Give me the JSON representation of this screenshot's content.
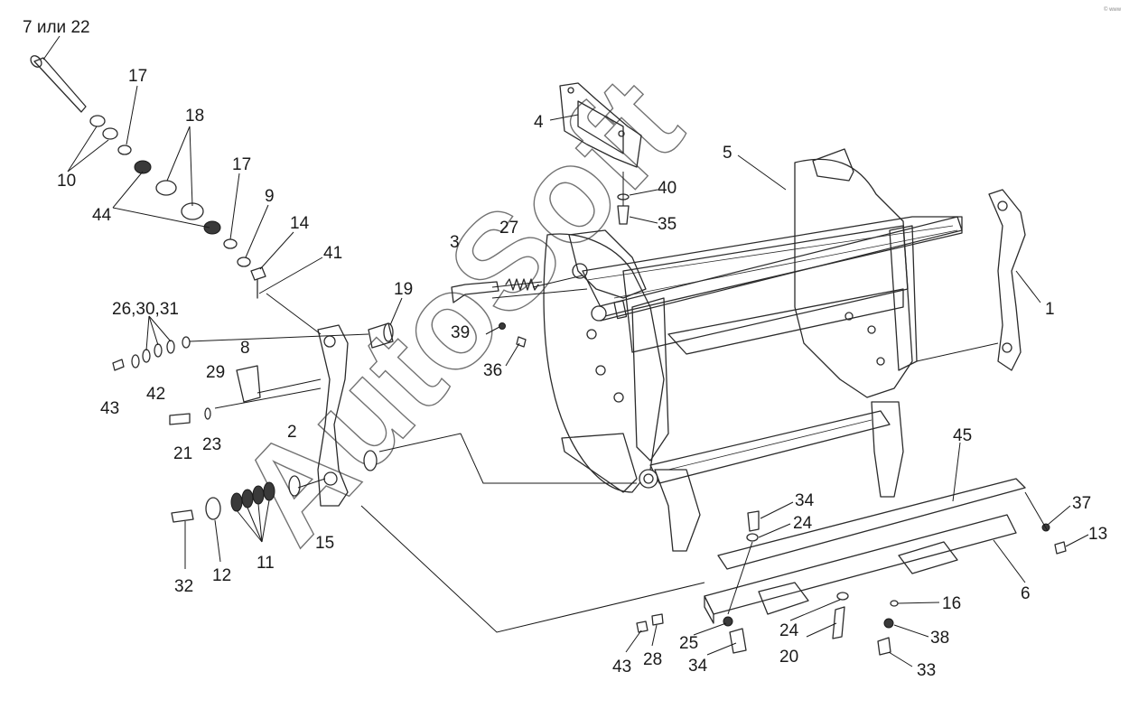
{
  "labels": {
    "p7_22": "7 или 22",
    "p17a": "17",
    "p18": "18",
    "p10": "10",
    "p44": "44",
    "p17b": "17",
    "p9": "9",
    "p14": "14",
    "p41": "41",
    "p26_30_31": "26,30,31",
    "p19": "19",
    "p8": "8",
    "p29": "29",
    "p43a": "43",
    "p42": "42",
    "p21": "21",
    "p23": "23",
    "p2": "2",
    "p15": "15",
    "p32": "32",
    "p12": "12",
    "p11": "11",
    "p3": "3",
    "p27": "27",
    "p39": "39",
    "p36": "36",
    "p4": "4",
    "p40": "40",
    "p35": "35",
    "p5": "5",
    "p1": "1",
    "p45": "45",
    "p34a": "34",
    "p24a": "24",
    "p37": "37",
    "p13": "13",
    "p6": "6",
    "p16": "16",
    "p24b": "24",
    "p38": "38",
    "p20": "20",
    "p33": "33",
    "p43b": "43",
    "p28": "28",
    "p25": "25",
    "p34b": "34"
  },
  "watermark": {
    "text": "AutoSoft",
    "corner_mark": "© www"
  }
}
